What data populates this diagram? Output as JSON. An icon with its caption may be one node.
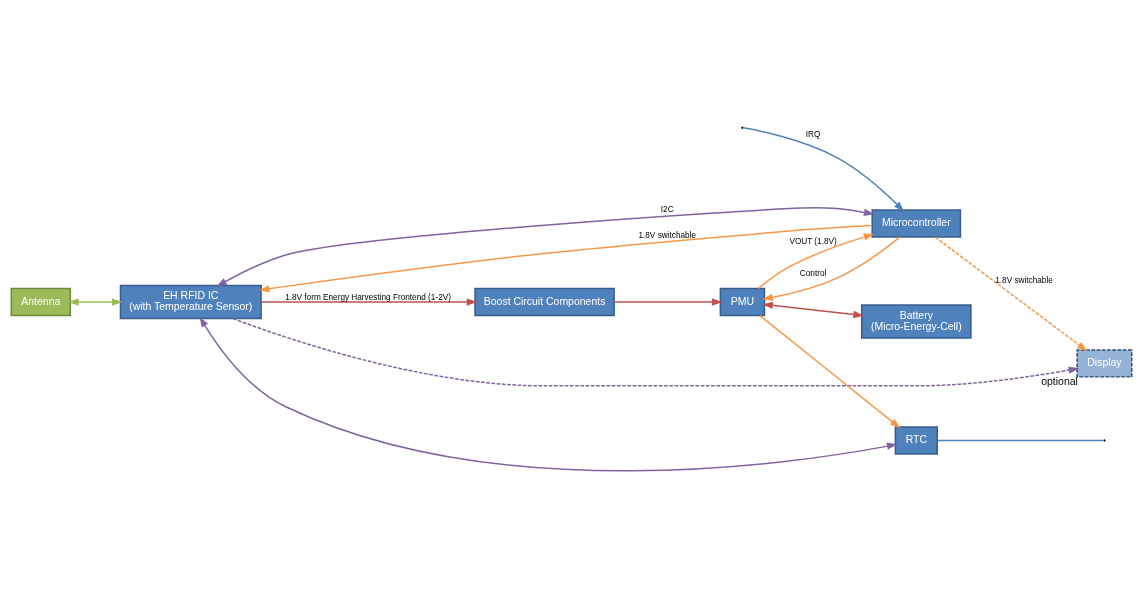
{
  "diagram": {
    "nodes": [
      {
        "text": [
          "Antenna"
        ]
      },
      {
        "text": [
          "EH RFID IC",
          "(with Temperature Sensor)"
        ]
      },
      {
        "text": [
          "Boost Circuit Components"
        ]
      },
      {
        "text": [
          "PMU"
        ]
      },
      {
        "text": [
          "Battery",
          "(Micro-Energy-Cell)"
        ]
      },
      {
        "text": [
          "Microcontroller"
        ]
      },
      {
        "text": [
          "RTC"
        ]
      },
      {
        "text": [
          "Display"
        ],
        "beside": [
          "optional"
        ]
      }
    ],
    "edges": [
      {
        "from": 0,
        "to": 1,
        "arrow": "both",
        "color": "#9bbb59"
      },
      {
        "from": 1,
        "to": 2,
        "arrow": "to",
        "label": "1.8V form Energy Harvesting Frontend (1-2V)",
        "color": "#c0504d"
      },
      {
        "from": 2,
        "to": 3,
        "arrow": "to",
        "color": "#c0504d"
      },
      {
        "from": 3,
        "to": 4,
        "arrow": "both",
        "color": "#c0504d"
      },
      {
        "from": 5,
        "to": 1,
        "arrow": "to",
        "label": "1.8V switchable"
      },
      {
        "from": 5,
        "to": 3,
        "arrow": "to",
        "label": "Control"
      },
      {
        "from": 3,
        "to": 5,
        "arrow": "to",
        "label": "VOUT (1.8V)"
      },
      {
        "from": 3,
        "to": 6,
        "arrow": "to"
      },
      {
        "from": 5,
        "to": 7,
        "arrow": "to",
        "label": "1.8V switchable",
        "style": "dashed"
      },
      {
        "from": 1,
        "to": 5,
        "arrow": "both",
        "label": "I2C",
        "color": "#8064a2"
      },
      {
        "from": 1,
        "to": 6,
        "arrow": "both",
        "color": "#8064a2"
      },
      {
        "from": 1,
        "to": 7,
        "arrow": "to",
        "style": "dashed",
        "color": "#8064a2"
      },
      {
        "from": null,
        "to": 5,
        "arrow": "to",
        "label": "IRQ",
        "color": "#4f81bd"
      },
      {
        "from": 6,
        "to": null,
        "arrow": "none",
        "color": "#4f81bd"
      }
    ]
  }
}
